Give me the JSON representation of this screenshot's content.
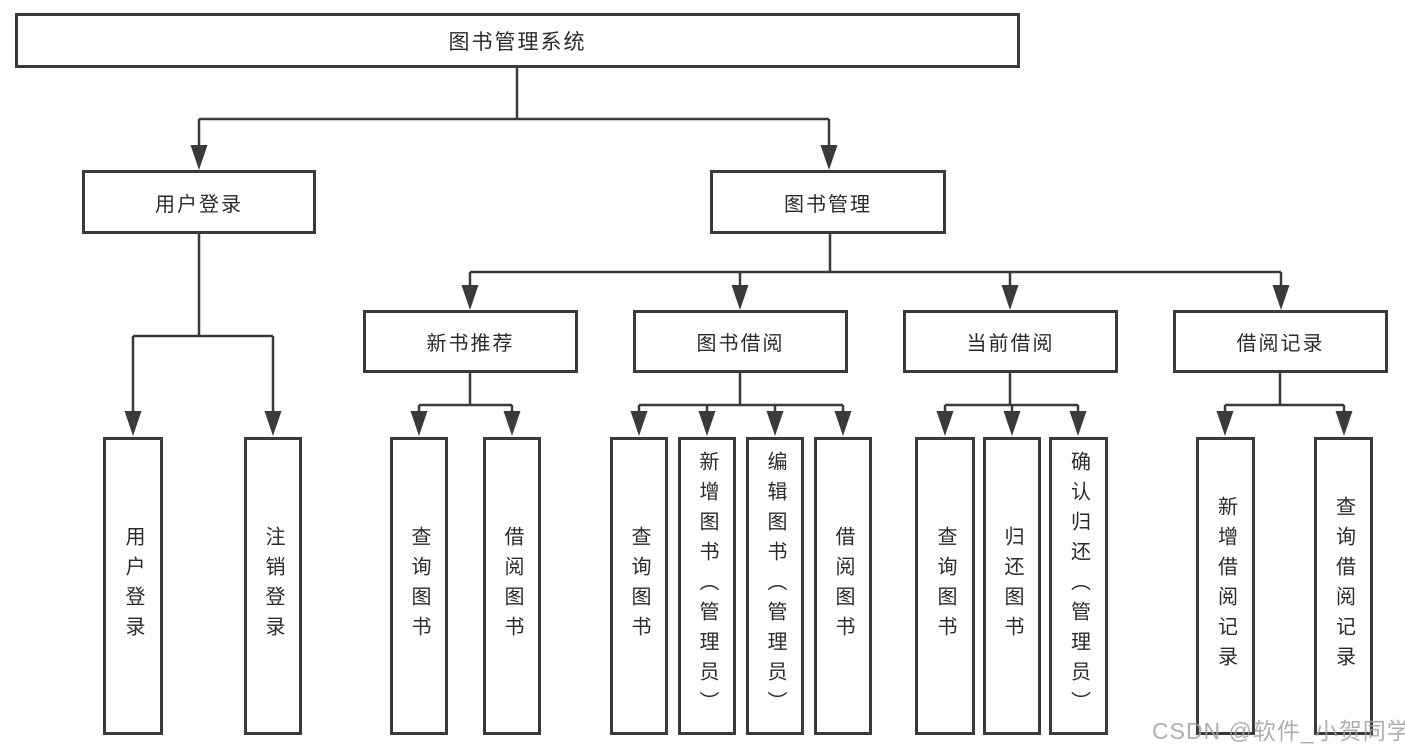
{
  "diagram": {
    "title_node": "图书管理系统",
    "root": {
      "label": "图书管理系统"
    },
    "branches": [
      {
        "label": "用户登录",
        "children": [
          {
            "label": "用户登录"
          },
          {
            "label": "注销登录"
          }
        ]
      },
      {
        "label": "图书管理",
        "children": [
          {
            "label": "新书推荐",
            "children": [
              {
                "label": "查询图书"
              },
              {
                "label": "借阅图书"
              }
            ]
          },
          {
            "label": "图书借阅",
            "children": [
              {
                "label": "查询图书"
              },
              {
                "label": "新增图书（管理员）"
              },
              {
                "label": "编辑图书（管理员）"
              },
              {
                "label": "借阅图书"
              }
            ]
          },
          {
            "label": "当前借阅",
            "children": [
              {
                "label": "查询图书"
              },
              {
                "label": "归还图书"
              },
              {
                "label": "确认归还（管理员）"
              }
            ]
          },
          {
            "label": "借阅记录",
            "children": [
              {
                "label": "新增借阅记录"
              },
              {
                "label": "查询借阅记录"
              }
            ]
          }
        ]
      }
    ]
  },
  "watermark": {
    "text": "CSDN @软件_小贺同学",
    "color": "#a89f9f"
  },
  "colors": {
    "line": "#3a3a3a",
    "box_border": "#3a3a3a",
    "text": "#2b2b2b",
    "background": "#ffffff"
  }
}
